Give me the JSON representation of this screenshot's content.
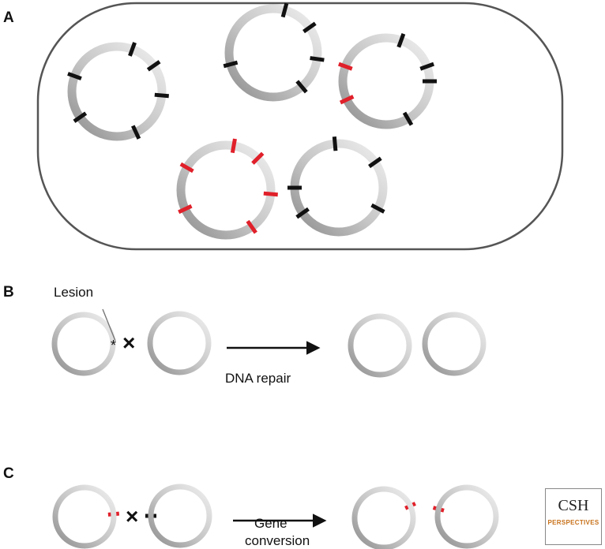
{
  "panels": {
    "a": {
      "label": "A"
    },
    "b": {
      "label": "B",
      "lesion_label": "Lesion",
      "lesion_mark": "*",
      "cross_mark": "×",
      "arrow_label": "DNA repair"
    },
    "c": {
      "label": "C",
      "cross_mark": "×",
      "arrow_label_line1": "Gene",
      "arrow_label_line2": "conversion"
    }
  },
  "colors": {
    "ring": "#bdbdbd",
    "ring_highlight": "#e6e6e6",
    "ring_shadow": "#8d8d8d",
    "marker_black": "#111111",
    "marker_red": "#e0202a",
    "cell_outline": "#555555",
    "arrow": "#111111"
  },
  "logo": {
    "text": "CSH",
    "subtext": "PERSPECTIVES",
    "color_subtext": "#c8711a"
  }
}
